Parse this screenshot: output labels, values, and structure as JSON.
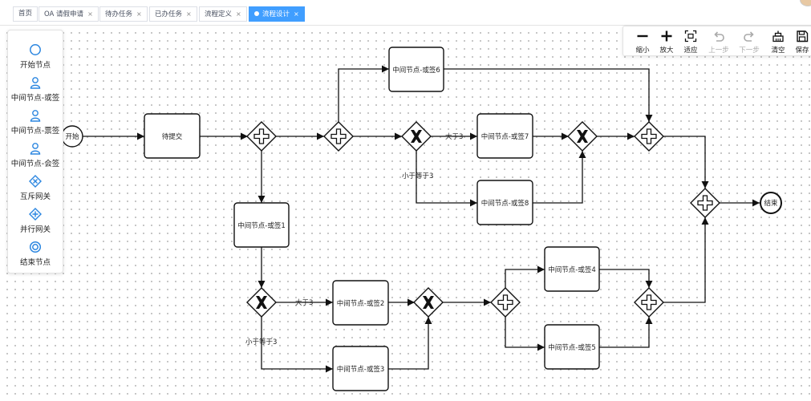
{
  "tabs": [
    {
      "label": "首页",
      "closable": false,
      "active": false
    },
    {
      "label": "OA 请假申请",
      "closable": true,
      "active": false
    },
    {
      "label": "待办任务",
      "closable": true,
      "active": false
    },
    {
      "label": "已办任务",
      "closable": true,
      "active": false
    },
    {
      "label": "流程定义",
      "closable": true,
      "active": false
    },
    {
      "label": "流程设计",
      "closable": true,
      "active": true
    }
  ],
  "close_glyph": "×",
  "palette": {
    "items": [
      {
        "label": "开始节点",
        "icon": "start-event-icon"
      },
      {
        "label": "中间节点-或签",
        "icon": "user-task-icon"
      },
      {
        "label": "中间节点-票签",
        "icon": "user-task-icon"
      },
      {
        "label": "中间节点-会签",
        "icon": "user-task-icon"
      },
      {
        "label": "互斥网关",
        "icon": "exclusive-gateway-icon"
      },
      {
        "label": "并行网关",
        "icon": "parallel-gateway-icon"
      },
      {
        "label": "结束节点",
        "icon": "end-event-icon"
      }
    ]
  },
  "toolbar": {
    "zoom_out": "缩小",
    "zoom_in": "放大",
    "fit": "适应",
    "undo": "上一步",
    "redo": "下一步",
    "clear": "清空",
    "save": "保存"
  },
  "diagram": {
    "start": "开始",
    "end": "结束",
    "tasks": {
      "submit": "待提交",
      "t1": "中间节点-或签1",
      "t2": "中间节点-或签2",
      "t3": "中间节点-或签3",
      "t4": "中间节点-或签4",
      "t5": "中间节点-或签5",
      "t6": "中间节点-或签6",
      "t7": "中间节点-或签7",
      "t8": "中间节点-或签8"
    },
    "conditions": {
      "gt3_top": "大于3",
      "le3_top": "小于等于3",
      "gt3_bottom": "大于3",
      "le3_bottom": "小于等于3"
    }
  },
  "colors": {
    "accent": "#409eff",
    "icon_blue": "#2b86e0",
    "stroke": "#111111",
    "disabled": "#aaaaaa"
  }
}
